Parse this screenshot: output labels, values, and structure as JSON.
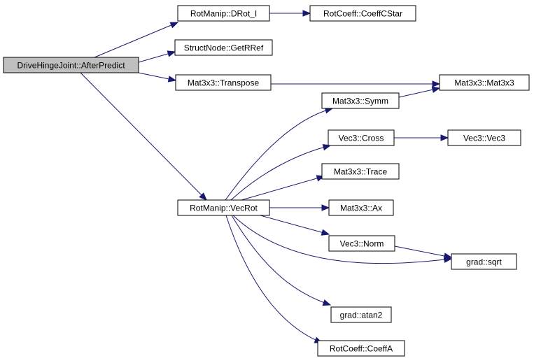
{
  "nodes": [
    {
      "id": "root",
      "label": "DriveHingeJoint::AfterPredict",
      "root": true
    },
    {
      "id": "drot",
      "label": "RotManip::DRot_I"
    },
    {
      "id": "coeffcstar",
      "label": "RotCoeff::CoeffCStar"
    },
    {
      "id": "getrref",
      "label": "StructNode::GetRRef"
    },
    {
      "id": "transpose",
      "label": "Mat3x3::Transpose"
    },
    {
      "id": "mat3x3",
      "label": "Mat3x3::Mat3x3"
    },
    {
      "id": "symm",
      "label": "Mat3x3::Symm"
    },
    {
      "id": "cross",
      "label": "Vec3::Cross"
    },
    {
      "id": "vec3",
      "label": "Vec3::Vec3"
    },
    {
      "id": "trace",
      "label": "Mat3x3::Trace"
    },
    {
      "id": "vecrot",
      "label": "RotManip::VecRot"
    },
    {
      "id": "ax",
      "label": "Mat3x3::Ax"
    },
    {
      "id": "norm",
      "label": "Vec3::Norm"
    },
    {
      "id": "sqrt",
      "label": "grad::sqrt"
    },
    {
      "id": "atan2",
      "label": "grad::atan2"
    },
    {
      "id": "coeffa",
      "label": "RotCoeff::CoeffA"
    }
  ],
  "edges": [
    {
      "from": "root",
      "to": "drot"
    },
    {
      "from": "root",
      "to": "getrref"
    },
    {
      "from": "root",
      "to": "transpose"
    },
    {
      "from": "root",
      "to": "vecrot"
    },
    {
      "from": "drot",
      "to": "coeffcstar"
    },
    {
      "from": "transpose",
      "to": "mat3x3"
    },
    {
      "from": "symm",
      "to": "mat3x3"
    },
    {
      "from": "cross",
      "to": "vec3"
    },
    {
      "from": "vecrot",
      "to": "symm"
    },
    {
      "from": "vecrot",
      "to": "cross"
    },
    {
      "from": "vecrot",
      "to": "trace"
    },
    {
      "from": "vecrot",
      "to": "ax"
    },
    {
      "from": "vecrot",
      "to": "norm"
    },
    {
      "from": "vecrot",
      "to": "sqrt"
    },
    {
      "from": "vecrot",
      "to": "atan2"
    },
    {
      "from": "vecrot",
      "to": "coeffa"
    },
    {
      "from": "norm",
      "to": "sqrt"
    }
  ]
}
